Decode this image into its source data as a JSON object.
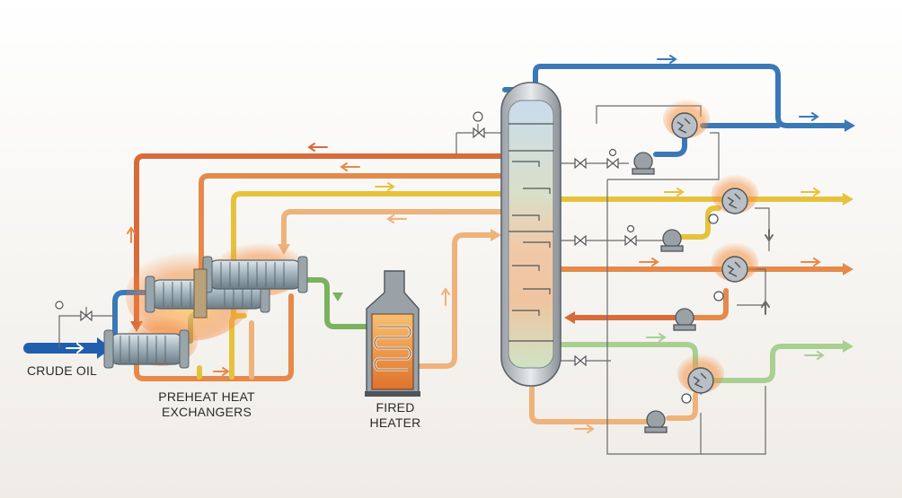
{
  "labels": {
    "crude_oil": "CRUDE OIL",
    "preheat_line1": "PREHEAT HEAT",
    "preheat_line2": "EXCHANGERS",
    "heater_line1": "FIRED",
    "heater_line2": "HEATER"
  },
  "colors": {
    "blue": "#3a78b8",
    "crude_blue": "#1f5fae",
    "yellow": "#e6c23c",
    "orange": "#e58a4a",
    "dark_orange": "#d96b3b",
    "tan": "#eeb27a",
    "green": "#7bb25e",
    "pale_green": "#a9cf92",
    "thin_line": "#6a6a6a",
    "equipment_gray": "#8d9298",
    "flame": "#f08a3c"
  }
}
